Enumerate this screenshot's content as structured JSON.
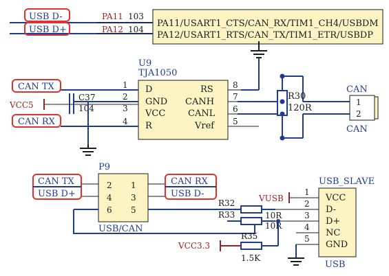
{
  "signals": {
    "usb_dm": "USB D-",
    "usb_dp": "USB D+",
    "pin_pa11": "PA11",
    "pin_pa12": "PA12",
    "num_103": "103",
    "num_104": "104",
    "mcu_line1": "PA11/USART1_CTS/CAN_RX/TIM1_CH4/USBDM",
    "mcu_line2": "PA12/USART1_RTS/CAN_TX/TIM1_ETR/USBDP"
  },
  "tja": {
    "ref": "U9",
    "part": "TJA1050",
    "can_tx": "CAN TX",
    "can_rx": "CAN RX",
    "vcc5": "VCC5",
    "cap_ref": "C37",
    "cap_val": "104",
    "pins_left": [
      {
        "num": "1",
        "name": "D"
      },
      {
        "num": "2",
        "name": "GND"
      },
      {
        "num": "3",
        "name": "VCC"
      },
      {
        "num": "4",
        "name": "R"
      }
    ],
    "pins_right": [
      {
        "num": "8",
        "name": "RS"
      },
      {
        "num": "7",
        "name": "CANH"
      },
      {
        "num": "6",
        "name": "CANL"
      },
      {
        "num": "5",
        "name": "Vref"
      }
    ]
  },
  "term": {
    "ref": "R30",
    "val": "120R"
  },
  "can_conn": {
    "top": "CAN",
    "bottom": "CAN",
    "pin1": "1",
    "pin2": "2"
  },
  "p9": {
    "ref": "P9",
    "name": "USB/CAN",
    "left_top": "CAN TX",
    "left_bot": "USB D+",
    "right_top": "CAN RX",
    "right_bot": "USB D-",
    "pins": [
      {
        "a": "2",
        "b": "1"
      },
      {
        "a": "4",
        "b": "3"
      },
      {
        "a": "6",
        "b": "5"
      }
    ]
  },
  "usb": {
    "title": "USB_SLAVE",
    "footer": "USB",
    "vusb": "VUSB",
    "vcc33": "VCC3.3",
    "r32": "R32",
    "r33": "R33",
    "r35": "R35",
    "r32_val": "10R",
    "r33_val": "10R",
    "r35_val": "1.5K",
    "pins": [
      {
        "num": "1",
        "name": "VCC"
      },
      {
        "num": "2",
        "name": "D-"
      },
      {
        "num": "3",
        "name": "D+"
      },
      {
        "num": "4",
        "name": "NC"
      },
      {
        "num": "5",
        "name": "GND"
      }
    ]
  },
  "colors": {
    "wire": "#1f3b8f",
    "component": "#9a2222",
    "highlight": "#e03030",
    "chip_fill": "#fdf4c4",
    "text": "#1a1a1a"
  }
}
